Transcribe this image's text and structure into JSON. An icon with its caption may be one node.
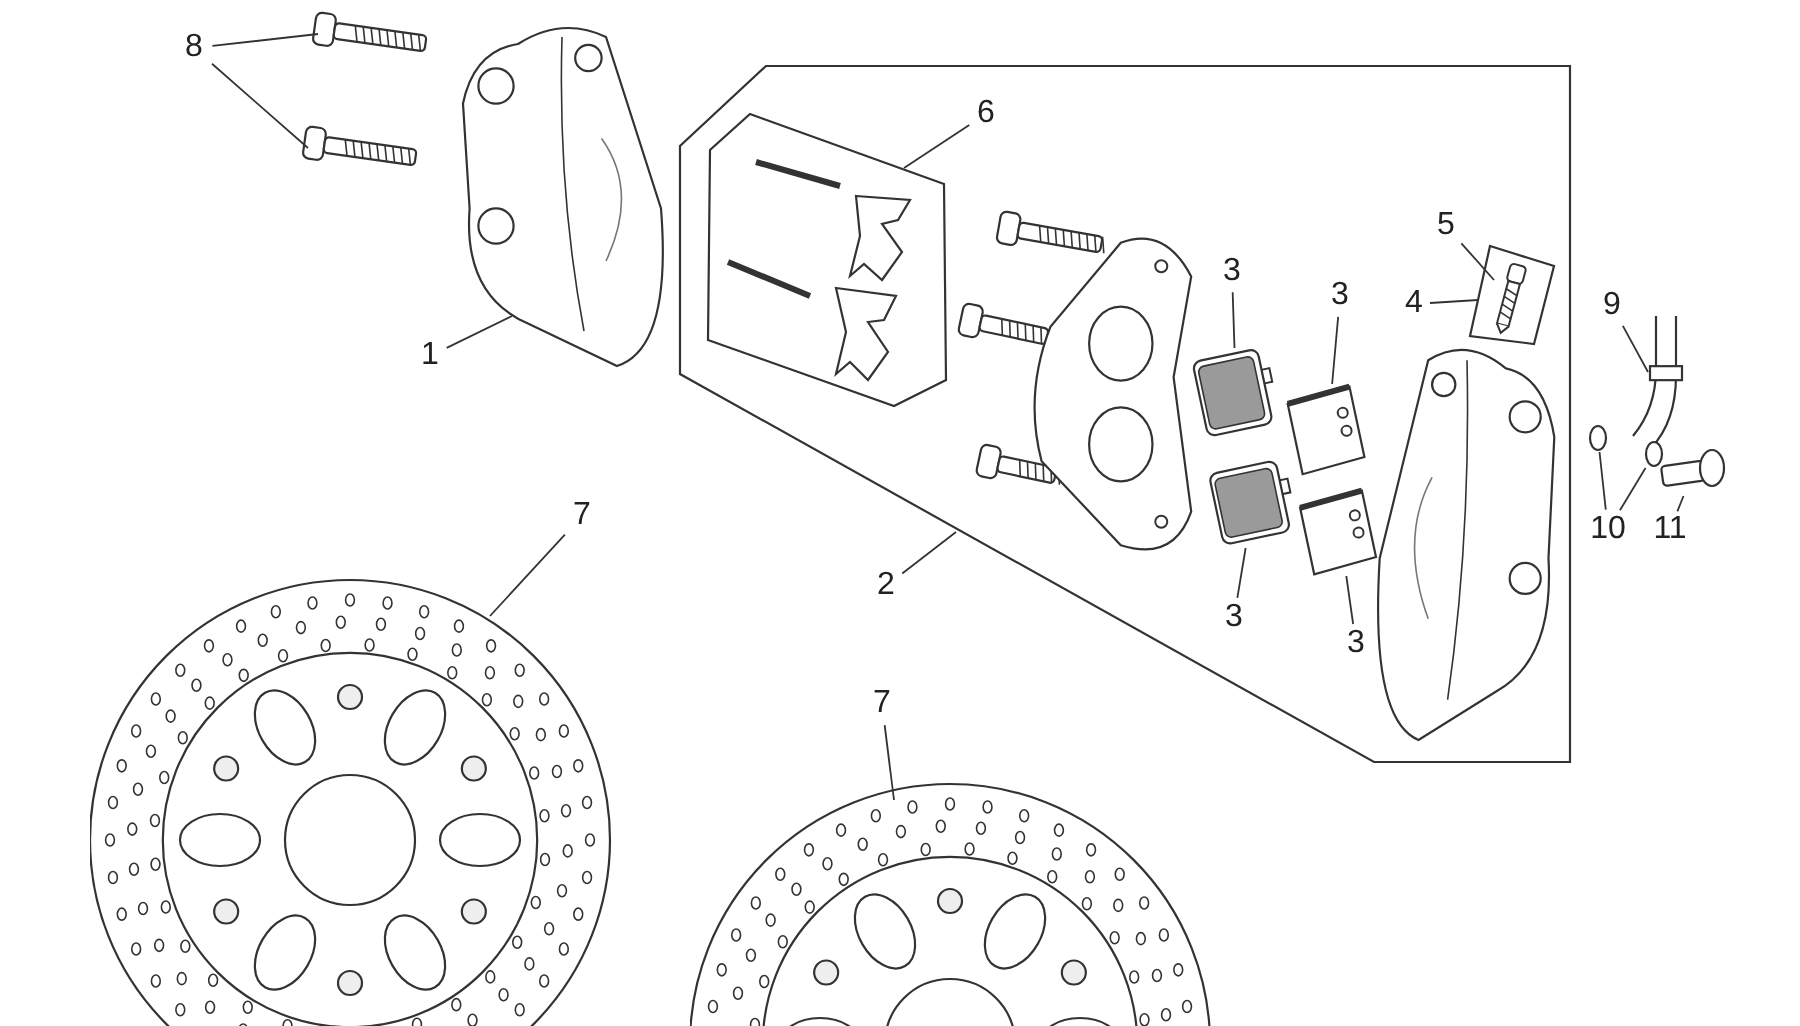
{
  "diagram": {
    "nodes": [
      {
        "text": [
          "8"
        ]
      },
      {
        "text": [],
        "shape": "picture"
      },
      {
        "text": [],
        "shape": "picture"
      },
      {
        "text": [],
        "shape": "picture"
      },
      {
        "text": [
          "1"
        ]
      },
      {
        "text": [],
        "shape": "box"
      },
      {
        "text": [
          "2"
        ]
      },
      {
        "text": [],
        "shape": "box",
        "in": 5
      },
      {
        "text": [
          "6"
        ],
        "in": 5
      },
      {
        "text": [],
        "shape": "picture",
        "in": 5
      },
      {
        "text": [],
        "shape": "picture",
        "in": 5
      },
      {
        "text": [],
        "shape": "picture",
        "in": 5
      },
      {
        "text": [],
        "shape": "picture",
        "in": 5
      },
      {
        "text": [],
        "shape": "picture",
        "in": 5
      },
      {
        "text": [],
        "shape": "picture",
        "in": 7
      },
      {
        "text": [
          "3"
        ],
        "in": 5
      },
      {
        "text": [
          "3"
        ],
        "in": 5
      },
      {
        "text": [
          "3"
        ],
        "in": 5
      },
      {
        "text": [
          "3"
        ],
        "in": 5
      },
      {
        "text": [],
        "shape": "picture",
        "in": 5
      },
      {
        "text": [],
        "shape": "box",
        "in": 5
      },
      {
        "text": [],
        "shape": "picture",
        "in": 20
      },
      {
        "text": [
          "5"
        ],
        "in": 5
      },
      {
        "text": [
          "4"
        ],
        "in": 5
      },
      {
        "text": [],
        "shape": "picture"
      },
      {
        "text": [
          "9"
        ]
      },
      {
        "text": [],
        "shape": "circle"
      },
      {
        "text": [],
        "shape": "circle"
      },
      {
        "text": [],
        "shape": "picture"
      },
      {
        "text": [
          "10"
        ]
      },
      {
        "text": [
          "11"
        ]
      },
      {
        "text": [],
        "shape": "picture"
      },
      {
        "text": [
          "7"
        ]
      },
      {
        "text": [],
        "shape": "picture"
      },
      {
        "text": [
          "7"
        ]
      }
    ],
    "edges": [
      {
        "from": 0,
        "to": 1,
        "arrow": "none"
      },
      {
        "from": 0,
        "to": 2,
        "arrow": "none"
      },
      {
        "from": 4,
        "to": 3,
        "arrow": "none"
      },
      {
        "from": 6,
        "to": 5,
        "arrow": "none"
      },
      {
        "from": 8,
        "to": 7,
        "arrow": "none"
      },
      {
        "from": 15,
        "to": 10,
        "arrow": "none"
      },
      {
        "from": 16,
        "to": 11,
        "arrow": "none"
      },
      {
        "from": 17,
        "to": 12,
        "arrow": "none"
      },
      {
        "from": 18,
        "to": 13,
        "arrow": "none"
      },
      {
        "from": 22,
        "to": 21,
        "arrow": "none"
      },
      {
        "from": 23,
        "to": 20,
        "arrow": "none"
      },
      {
        "from": 25,
        "to": 24,
        "arrow": "none"
      },
      {
        "from": 29,
        "to": 26,
        "arrow": "none"
      },
      {
        "from": 29,
        "to": 27,
        "arrow": "none"
      },
      {
        "from": 30,
        "to": 28,
        "arrow": "none"
      },
      {
        "from": 32,
        "to": 31,
        "arrow": "none"
      },
      {
        "from": 34,
        "to": 33,
        "arrow": "none"
      }
    ]
  }
}
